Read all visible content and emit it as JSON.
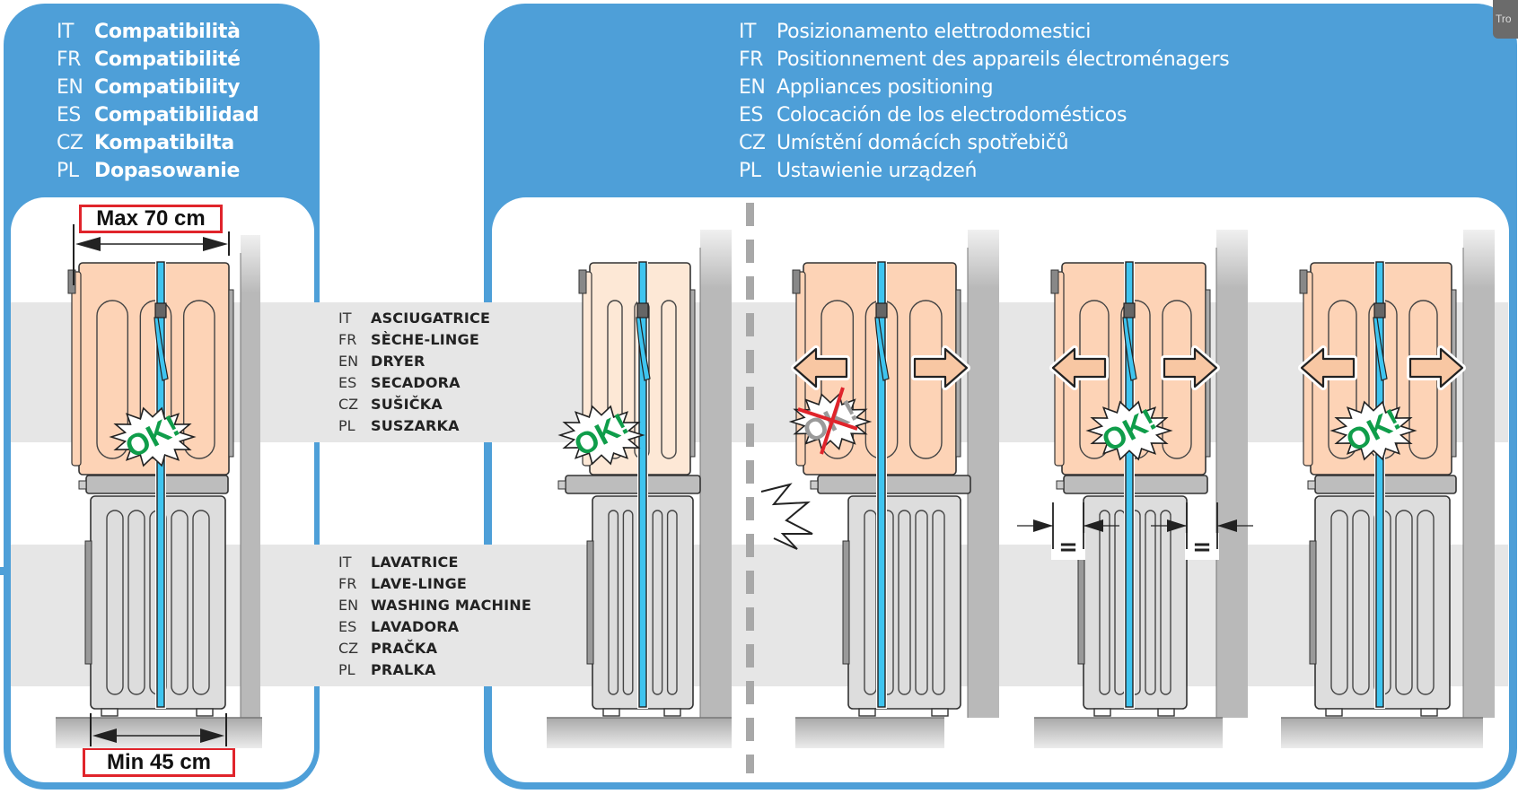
{
  "compatibility": {
    "title_rows": [
      {
        "lang": "IT",
        "text": "Compatibilità"
      },
      {
        "lang": "FR",
        "text": "Compatibilité"
      },
      {
        "lang": "EN",
        "text": "Compatibility"
      },
      {
        "lang": "ES",
        "text": "Compatibilidad"
      },
      {
        "lang": "CZ",
        "text": "Kompatibilta"
      },
      {
        "lang": "PL",
        "text": "Dopasowanie"
      }
    ],
    "max_width_label": "Max 70 cm",
    "min_width_label": "Min 45 cm",
    "ok_label": "OK!"
  },
  "appliance_labels": {
    "dryer": [
      {
        "lang": "IT",
        "text": "ASCIUGATRICE"
      },
      {
        "lang": "FR",
        "text": "SÈCHE-LINGE"
      },
      {
        "lang": "EN",
        "text": "DRYER"
      },
      {
        "lang": "ES",
        "text": "SECADORA"
      },
      {
        "lang": "CZ",
        "text": "SUŠIČKA"
      },
      {
        "lang": "PL",
        "text": "SUSZARKA"
      }
    ],
    "washer": [
      {
        "lang": "IT",
        "text": "LAVATRICE"
      },
      {
        "lang": "FR",
        "text": "LAVE-LINGE"
      },
      {
        "lang": "EN",
        "text": "WASHING MACHINE"
      },
      {
        "lang": "ES",
        "text": "LAVADORA"
      },
      {
        "lang": "CZ",
        "text": "PRAČKA"
      },
      {
        "lang": "PL",
        "text": "PRALKA"
      }
    ]
  },
  "positioning": {
    "title_rows": [
      {
        "lang": "IT",
        "text": "Posizionamento elettrodomestici"
      },
      {
        "lang": "FR",
        "text": "Positionnement des appareils électroménagers"
      },
      {
        "lang": "EN",
        "text": "Appliances positioning"
      },
      {
        "lang": "ES",
        "text": "Colocación de los electrodomésticos"
      },
      {
        "lang": "CZ",
        "text": "Umístění domácích spotřebičů"
      },
      {
        "lang": "PL",
        "text": "Ustawienie urządzeń"
      }
    ],
    "scenarios": [
      {
        "id": "aligned-back",
        "status": "ok",
        "ok_label": "OK!",
        "arrows": false,
        "equal_gaps": false
      },
      {
        "id": "overhang-collision",
        "status": "wrong",
        "ok_label": "OK!",
        "arrows": true,
        "equal_gaps": false
      },
      {
        "id": "centered-equal-gaps",
        "status": "ok",
        "ok_label": "OK!",
        "arrows": true,
        "equal_gaps": true,
        "equal_mark": "="
      },
      {
        "id": "centered-adjusted",
        "status": "ok",
        "ok_label": "OK!",
        "arrows": true,
        "equal_gaps": false
      }
    ]
  },
  "overlay_tab": {
    "label": "Tro"
  },
  "colors": {
    "frame_blue": "#4e9fd8",
    "strap_blue": "#3fc4ef",
    "dryer_peach": "#fdd3b6",
    "dryer_light": "#fde8d6",
    "washer_grey": "#dddddd",
    "ok_green": "#0f9d4a",
    "error_red": "#e0242b",
    "wall_grey": "#b9b9b9"
  }
}
